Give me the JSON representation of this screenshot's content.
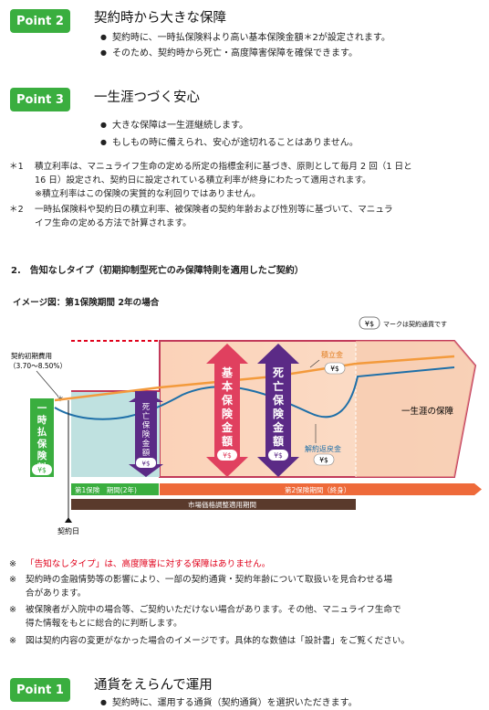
{
  "point2": {
    "badge": "Point 2",
    "title": "契約時から大きな保障",
    "bullets": [
      "契約時に、一時払保険料より高い基本保険金額＊2が設定されます。",
      "そのため、契約時から死亡・高度障害保障を確保できます。"
    ]
  },
  "point3": {
    "badge": "Point 3",
    "title": "一生涯つづく安心",
    "bullets": [
      "大きな保障は一生涯継続します。",
      "もしもの時に備えられ、安心が途切れることはありません。"
    ]
  },
  "footnotes": [
    {
      "mark": "＊1",
      "lines": [
        "積立利率は、マニュライフ生命の定める所定の指標金利に基づき、原則として毎月 2 回（1 日と",
        "16 日）設定され、契約日に設定されている積立利率が終身にわたって適用されます。",
        "※積立利率はこの保険の実質的な利回りではありません。"
      ]
    },
    {
      "mark": "＊2",
      "lines": [
        "一時払保険料や契約日の積立利率、被保険者の契約年齢および性別等に基づいて、マニュラ",
        "イフ生命の定める方法で計算されます。"
      ]
    }
  ],
  "section2": {
    "title": "2.　告知なしタイプ（初期抑制型死亡のみ保障特則を適用したご契約）",
    "subtitle": "イメージ図：第1保険期間 2年の場合"
  },
  "diagram": {
    "legend_mark": "¥$",
    "legend_text": "マークは契約通貨です",
    "initial_cost": "契約初期費用",
    "initial_cost_range": "（3.70～8.50%）",
    "premium": "一時払保険料",
    "premium_mark": "¥$",
    "death_benefit_small": "死亡保険金額",
    "death_benefit_small_mark": "¥$",
    "basic_sum": "基本保険金額",
    "basic_sum_mark": "¥$",
    "death_sum": "死亡保険金額",
    "death_sum_mark": "¥$",
    "reserve": "積立金",
    "reserve_mark": "¥$",
    "surrender": "解約返戻金",
    "surrender_mark": "¥$",
    "lifetime": "一生涯の保障",
    "period1": "第1保険　期間(2年)",
    "period2": "第2保険期間（終身）",
    "mva": "市場価格調整適用期間",
    "contract_date": "契約日"
  },
  "notices": [
    {
      "mark": "※",
      "text": "「告知なしタイプ」は、高度障害に対する保障はありません。",
      "red": true
    },
    {
      "mark": "※",
      "text": "契約時の金融情勢等の影響により、一部の契約通貨・契約年齢について取扱いを見合わせる場",
      "text2": "合があります。",
      "red": false
    },
    {
      "mark": "※",
      "text": "被保険者が入院中の場合等、ご契約いただけない場合があります。その他、マニュライフ生命で",
      "text2": "得た情報をもとに総合的に判断します。",
      "red": false
    },
    {
      "mark": "※",
      "text": "図は契約内容の変更がなかった場合のイメージです。具体的な数値は「設計書」をご覧ください。",
      "red": false
    }
  ],
  "point1": {
    "badge": "Point 1",
    "title": "通貨をえらんで運用",
    "bullets": [
      "契約時に、運用する通貨（契約通貨）を選択いただきます。"
    ]
  },
  "colors": {
    "green": "#3aae3f",
    "red": "#e0001a",
    "orange": "#f39a3c",
    "purple": "#5b2a86",
    "teal": "#1e8fa8"
  }
}
